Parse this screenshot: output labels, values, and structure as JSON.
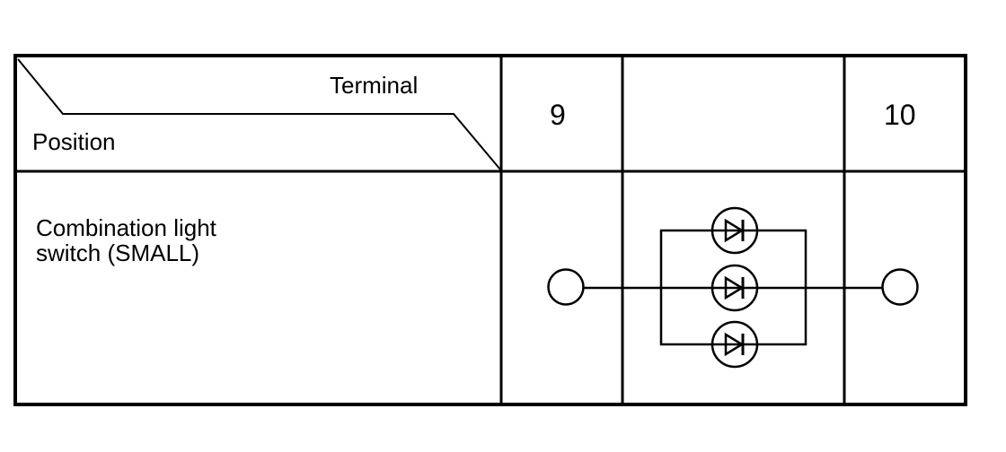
{
  "table": {
    "header": {
      "terminal_label": "Terminal",
      "position_label": "Position",
      "terminals": [
        "9",
        "10"
      ]
    },
    "rows": [
      {
        "position_lines": [
          "Combination light",
          "switch (SMALL)"
        ],
        "connection": {
          "from_terminal": "9",
          "to_terminal": "10",
          "element": "diode",
          "diode_count": 3,
          "arrangement": "parallel"
        }
      }
    ]
  },
  "colors": {
    "line": "#000000",
    "background": "#ffffff"
  }
}
